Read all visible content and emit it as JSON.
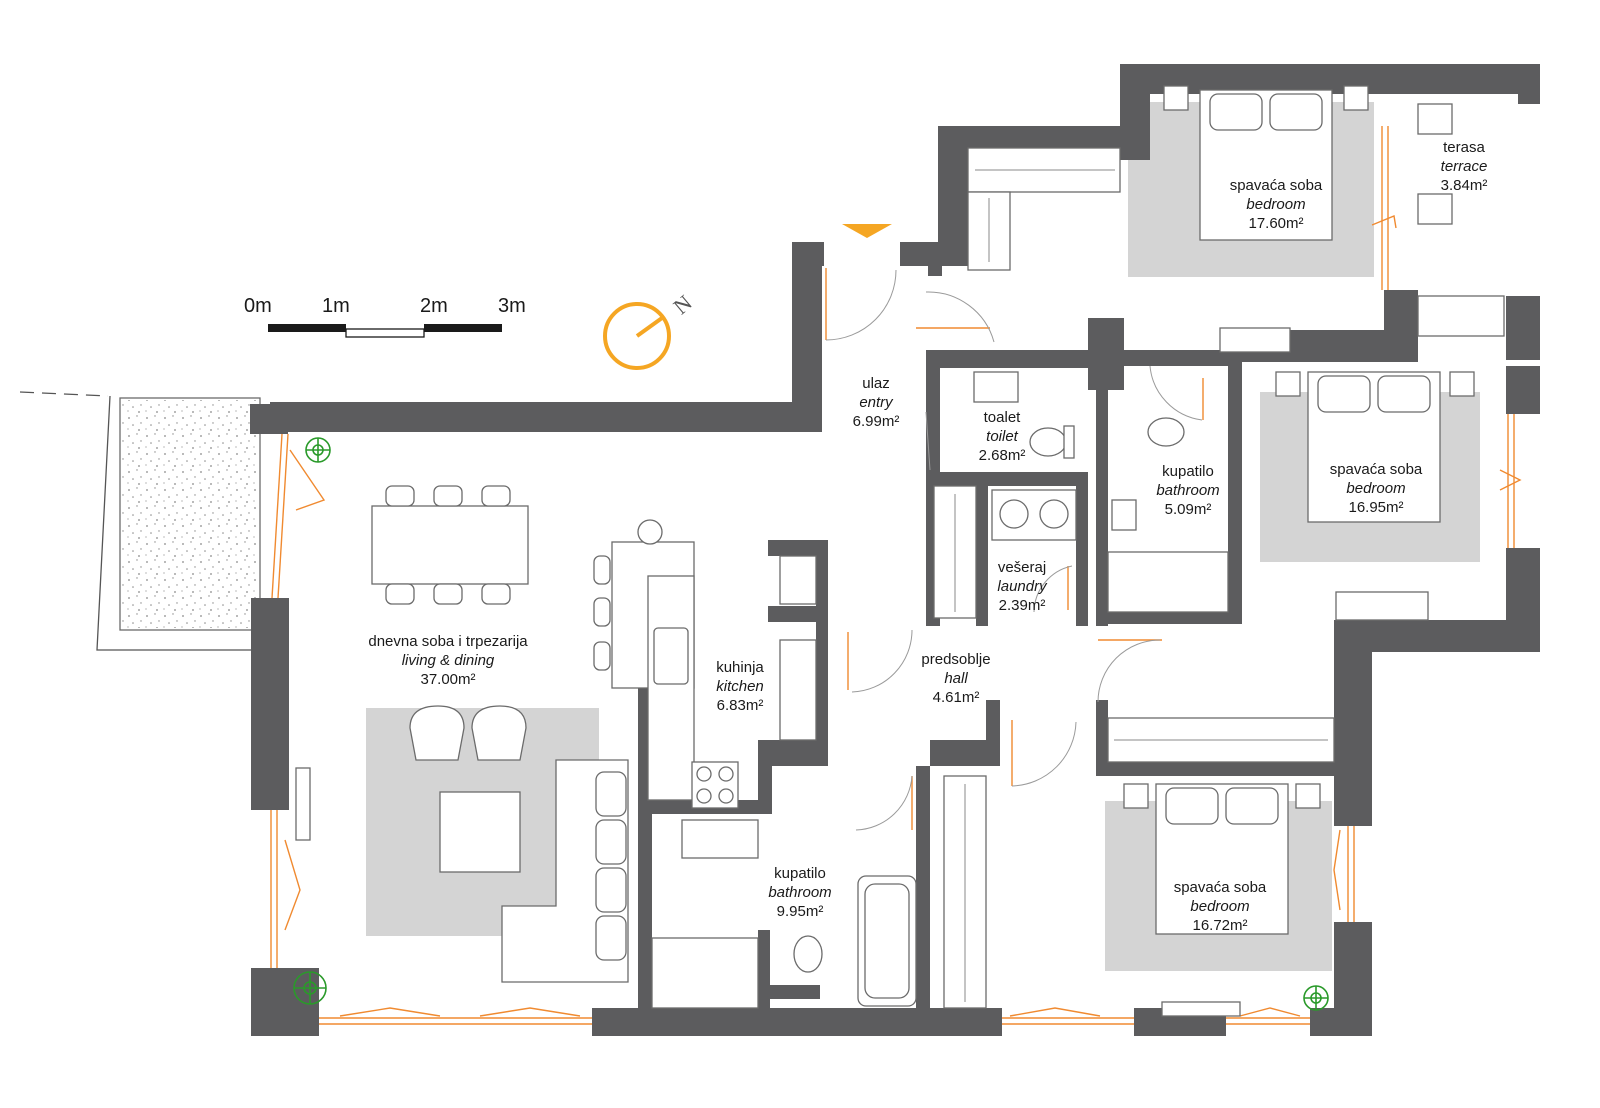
{
  "scale": {
    "labels": [
      "0m",
      "1m",
      "2m",
      "3m"
    ]
  },
  "north_label": "N",
  "colors": {
    "wall": "#5c5c5e",
    "rug": "#d4d4d4",
    "window": "#f08a30",
    "plant": "#2a9a2a",
    "compass": "#f5a623"
  },
  "rooms": [
    {
      "id": "bedroom-top",
      "name": "spavaća soba",
      "name_en": "bedroom",
      "area": "17.60m²"
    },
    {
      "id": "terrace",
      "name": "terasa",
      "name_en": "terrace",
      "area": "3.84m²"
    },
    {
      "id": "entry",
      "name": "ulaz",
      "name_en": "entry",
      "area": "6.99m²"
    },
    {
      "id": "toilet",
      "name": "toalet",
      "name_en": "toilet",
      "area": "2.68m²"
    },
    {
      "id": "bathroom-small",
      "name": "kupatilo",
      "name_en": "bathroom",
      "area": "5.09m²"
    },
    {
      "id": "bedroom-right",
      "name": "spavaća soba",
      "name_en": "bedroom",
      "area": "16.95m²"
    },
    {
      "id": "laundry",
      "name": "vešeraj",
      "name_en": "laundry",
      "area": "2.39m²"
    },
    {
      "id": "living",
      "name": "dnevna soba i trpezarija",
      "name_en": "living & dining",
      "area": "37.00m²"
    },
    {
      "id": "kitchen",
      "name": "kuhinja",
      "name_en": "kitchen",
      "area": "6.83m²"
    },
    {
      "id": "hall",
      "name": "predsoblje",
      "name_en": "hall",
      "area": "4.61m²"
    },
    {
      "id": "bathroom-large",
      "name": "kupatilo",
      "name_en": "bathroom",
      "area": "9.95m²"
    },
    {
      "id": "bedroom-bottom",
      "name": "spavaća soba",
      "name_en": "bedroom",
      "area": "16.72m²"
    }
  ]
}
